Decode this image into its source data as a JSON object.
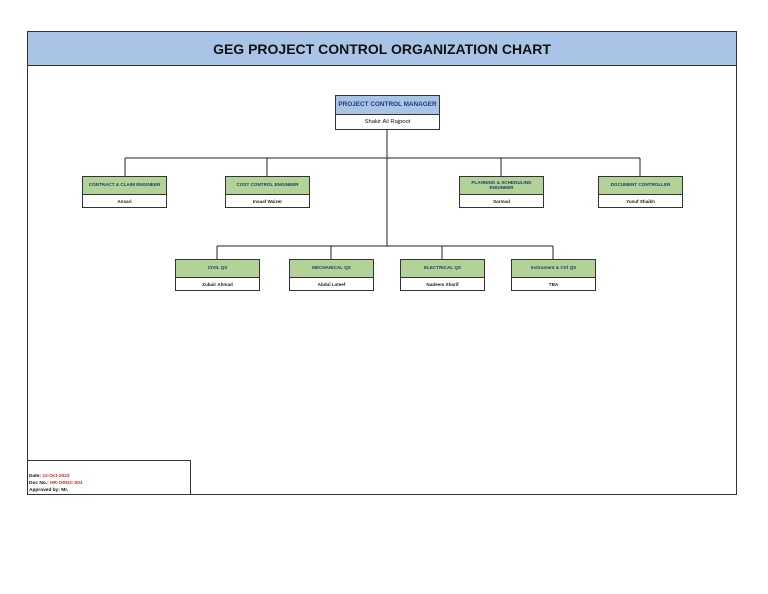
{
  "title": "GEG PROJECT CONTROL ORGANIZATION CHART",
  "top": {
    "role": "PROJECT CONTROL MANAGER",
    "name": "Shakir Ali Rajpoot"
  },
  "level1": [
    {
      "role": "CONTRACT & CLAIM ENGINEER",
      "name": "Ansari"
    },
    {
      "role": "COST CONTROL ENGINEER",
      "name": "Insaaf Waizer"
    },
    {
      "role": "PLANNING & SCHEDULING ENGINEER",
      "name": "Sarmad"
    },
    {
      "role": "DOCUMENT CONTROLLER",
      "name": "Yusuf Shaikh"
    }
  ],
  "level2": [
    {
      "role": "CIVIL QS",
      "name": "Zubair Ahmad"
    },
    {
      "role": "MECHANICAL QS",
      "name": "Abdul Lateef"
    },
    {
      "role": "ELECTRICAL QS",
      "name": "Nadeem Sharif"
    },
    {
      "role": "Instrument & Ctrl QS",
      "name": "TBA"
    }
  ],
  "footer": {
    "date_label": "Date:",
    "date_value": "12-Oct-2023",
    "doc_label": "Doc No.:",
    "doc_value": "HR-ORGC-001",
    "approved_label": "Approved by:",
    "approved_value": "Mr."
  },
  "colors": {
    "header": "#a9c4e6",
    "role_green": "#b3d297",
    "role_blue": "#a9c4e6",
    "accent_red": "#e02020"
  }
}
